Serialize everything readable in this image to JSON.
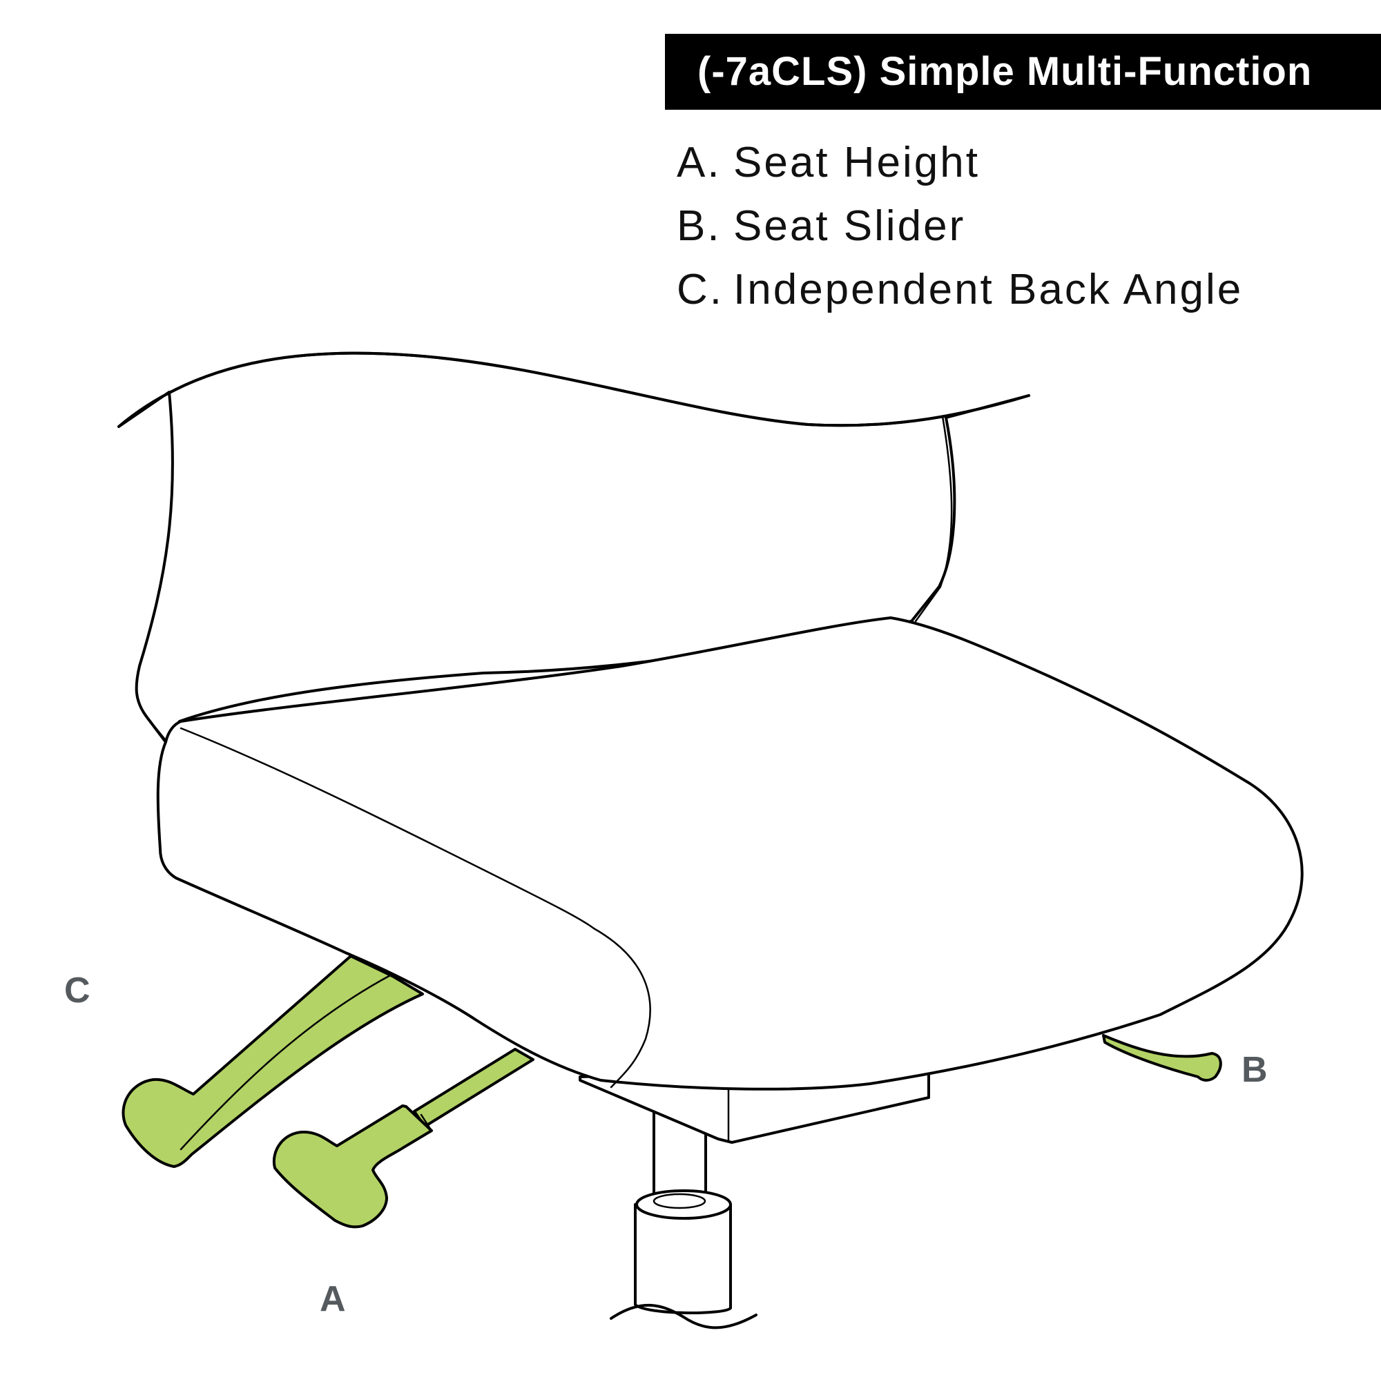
{
  "header": {
    "title": "(-7aCLS) Simple Multi-Function"
  },
  "legend": [
    {
      "key": "A.",
      "label": "Seat Height"
    },
    {
      "key": "B.",
      "label": "Seat Slider"
    },
    {
      "key": "C.",
      "label": "Independent Back Angle"
    }
  ],
  "callouts": {
    "a": "A",
    "b": "B",
    "c": "C"
  },
  "colors": {
    "lever": "#b3d366",
    "callout_text": "#555a5e",
    "header_bg": "#000000"
  }
}
